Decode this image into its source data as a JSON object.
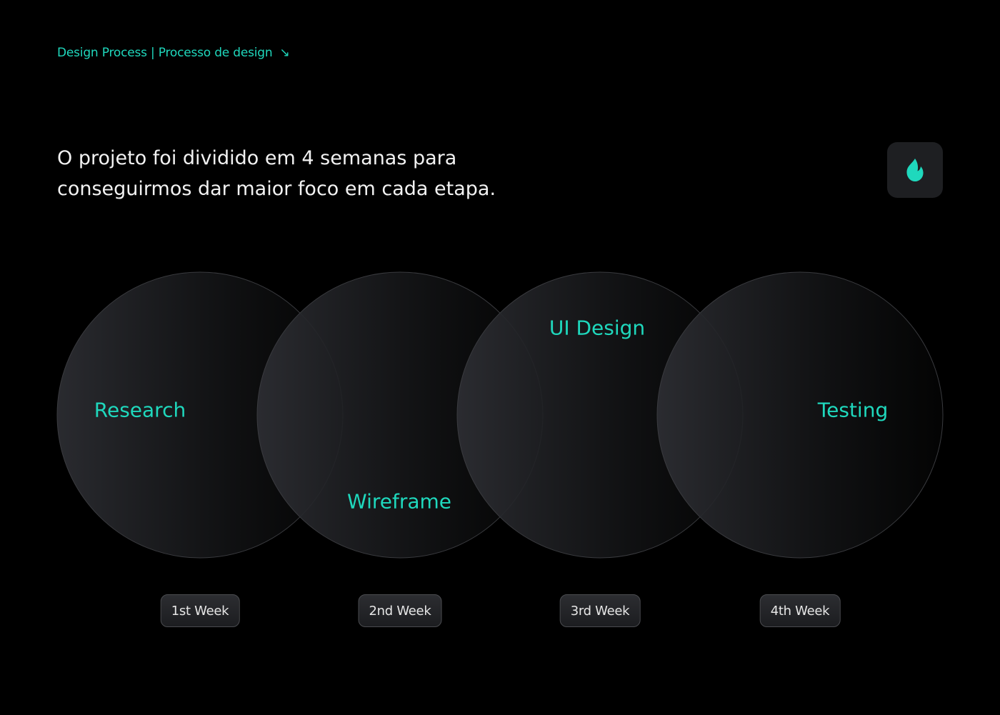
{
  "breadcrumb": {
    "text": "Design Process | Processo de design",
    "icon": "arrow-down-right-icon"
  },
  "intro": {
    "line1": "O projeto foi dividido em 4 semanas para",
    "line2": "conseguirmos dar maior foco em cada etapa."
  },
  "logo": {
    "icon": "flame-icon",
    "color": "#1fd8bd"
  },
  "colors": {
    "accent": "#1fd8bd",
    "background": "#000000"
  },
  "stages": [
    {
      "label": "Research",
      "week": "1st Week"
    },
    {
      "label": "Wireframe",
      "week": "2nd Week"
    },
    {
      "label": "UI Design",
      "week": "3rd Week"
    },
    {
      "label": "Testing",
      "week": "4th Week"
    }
  ]
}
